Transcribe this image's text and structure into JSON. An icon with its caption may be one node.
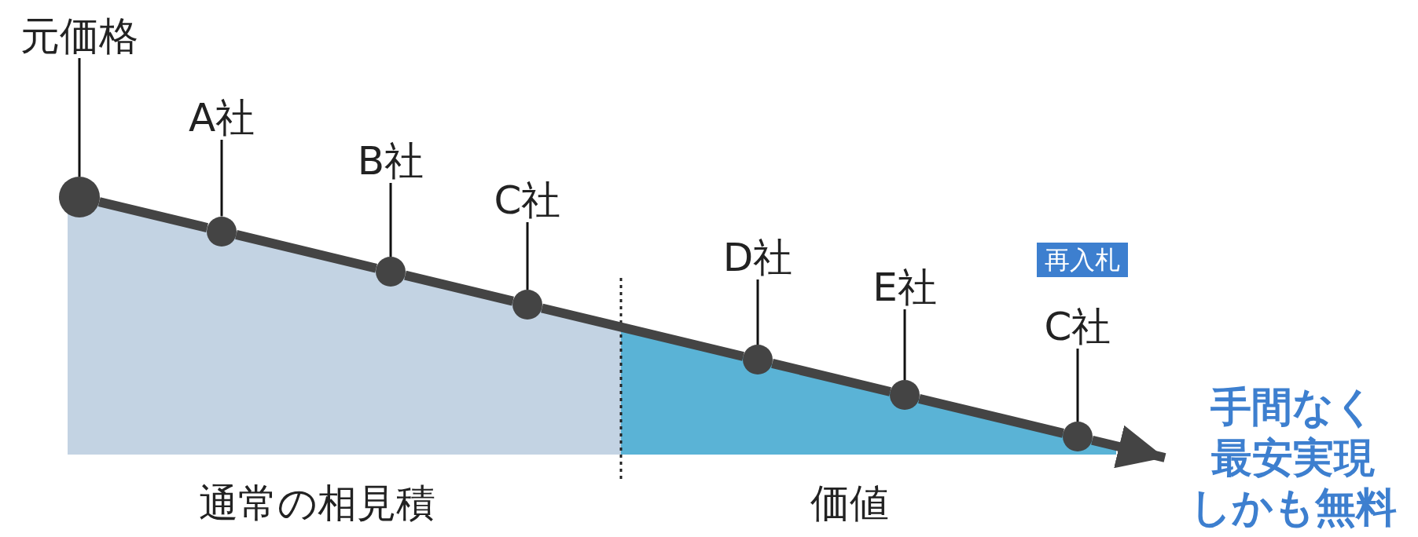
{
  "diagram": {
    "nodes": [
      {
        "text": [
          "元価格"
        ]
      },
      {
        "text": [],
        "shape": "circle"
      },
      {
        "text": [
          "A社"
        ]
      },
      {
        "text": [],
        "shape": "circle"
      },
      {
        "text": [
          "B社"
        ]
      },
      {
        "text": [],
        "shape": "circle"
      },
      {
        "text": [
          "C社"
        ]
      },
      {
        "text": [],
        "shape": "circle"
      },
      {
        "text": [
          "D社"
        ]
      },
      {
        "text": [],
        "shape": "circle"
      },
      {
        "text": [
          "E社"
        ]
      },
      {
        "text": [],
        "shape": "circle"
      },
      {
        "text": [
          "再入札"
        ]
      },
      {
        "text": [
          "C社"
        ]
      },
      {
        "text": [],
        "shape": "circle"
      }
    ],
    "edges": [
      {
        "from": 0,
        "to": 1,
        "arrow": "none"
      },
      {
        "from": 2,
        "to": 3,
        "arrow": "none"
      },
      {
        "from": 4,
        "to": 5,
        "arrow": "none"
      },
      {
        "from": 6,
        "to": 7,
        "arrow": "none"
      },
      {
        "from": 8,
        "to": 9,
        "arrow": "none"
      },
      {
        "from": 10,
        "to": 11,
        "arrow": "none"
      },
      {
        "from": 13,
        "to": 14,
        "arrow": "none"
      },
      {
        "from": 1,
        "to": 3,
        "arrow": "none",
        "style": "thick",
        "color": "#444444"
      },
      {
        "from": 3,
        "to": 5,
        "arrow": "none",
        "style": "thick",
        "color": "#444444"
      },
      {
        "from": 5,
        "to": 7,
        "arrow": "none",
        "style": "thick",
        "color": "#444444"
      },
      {
        "from": 7,
        "to": 9,
        "arrow": "none",
        "style": "thick",
        "color": "#444444"
      },
      {
        "from": 9,
        "to": 11,
        "arrow": "none",
        "style": "thick",
        "color": "#444444"
      },
      {
        "from": 11,
        "to": 14,
        "arrow": "none",
        "style": "thick",
        "color": "#444444"
      },
      {
        "from": 14,
        "to": null,
        "arrow": "to",
        "style": "thick",
        "color": "#444444"
      }
    ],
    "labels": [
      "通常の相見積",
      "価値",
      "手間なく",
      "最安実現",
      "しかも無料"
    ]
  }
}
